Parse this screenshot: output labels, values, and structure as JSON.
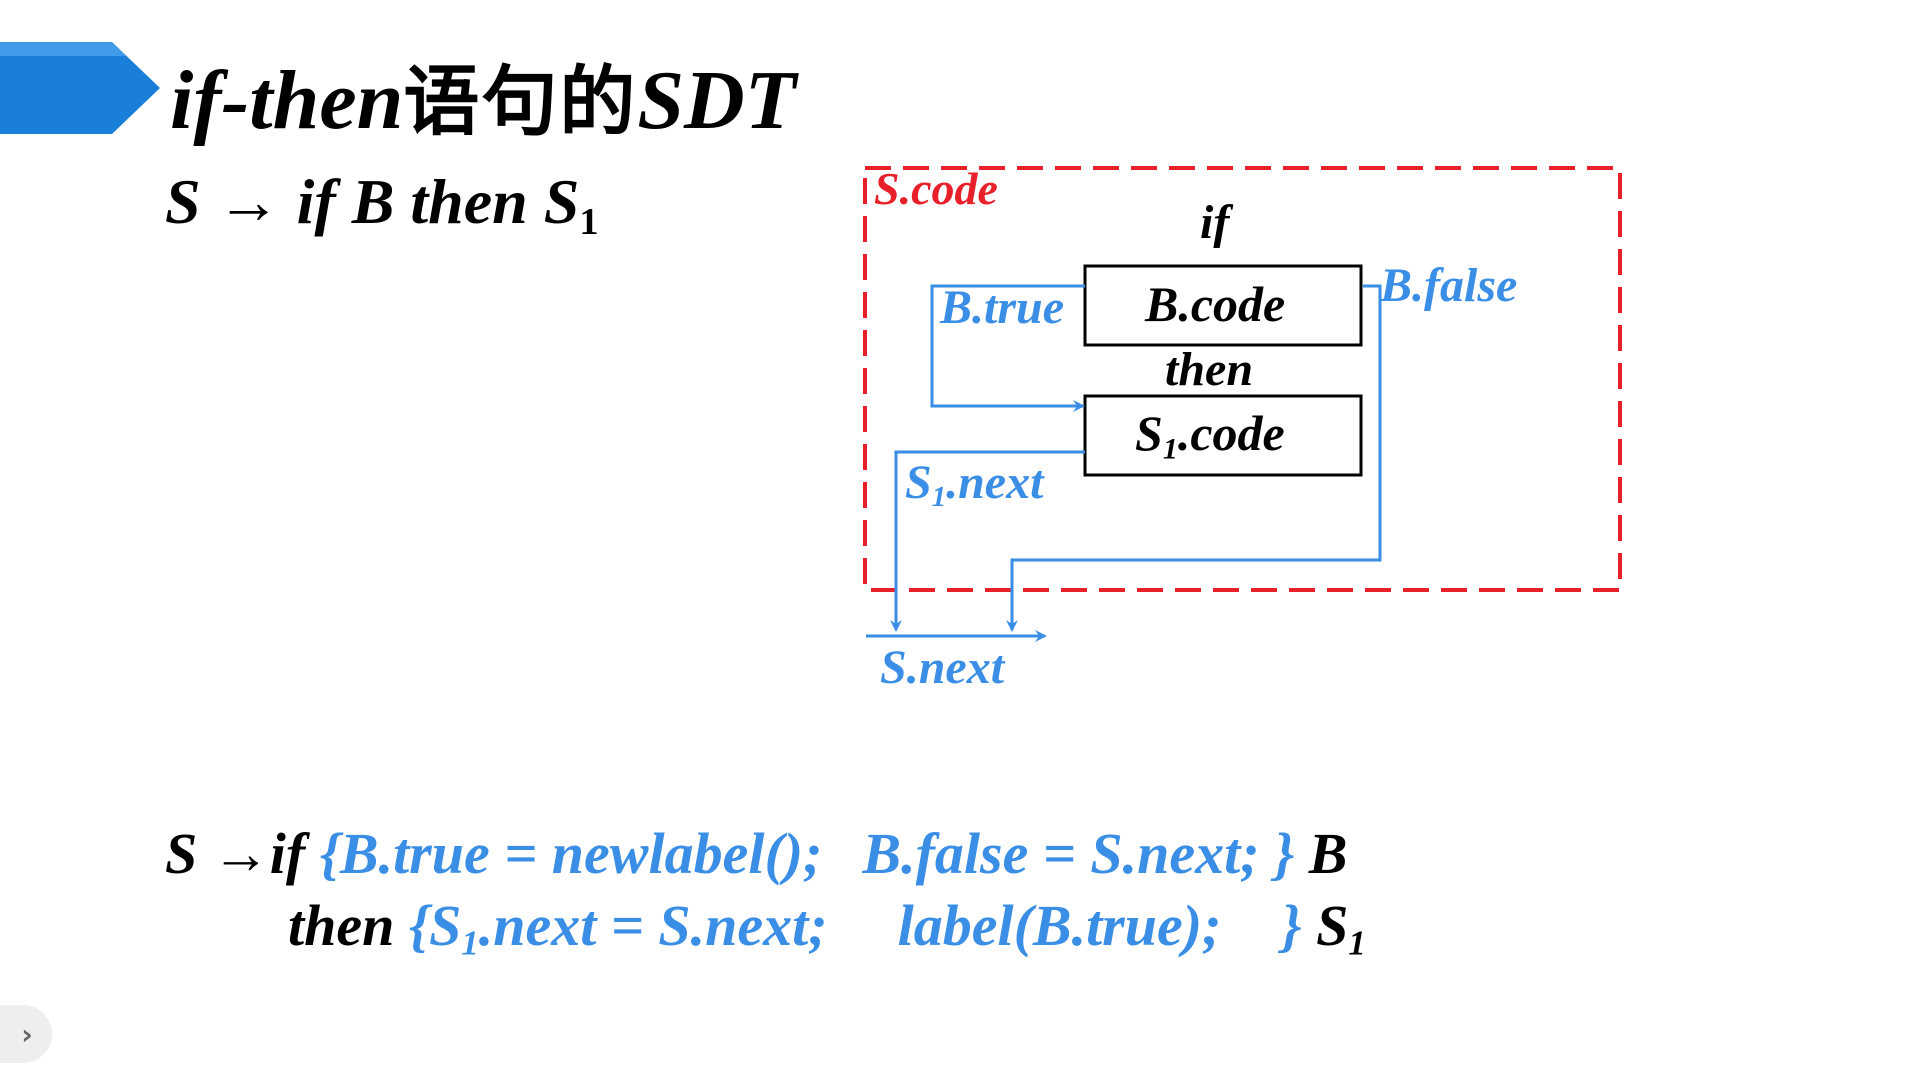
{
  "slide": {
    "title": {
      "part1": "if-then",
      "part2": "语句的",
      "part3": "SDT"
    },
    "production": {
      "lhs": "S",
      "arrow": "→",
      "body": "if B then S",
      "sub": "1"
    },
    "diagram": {
      "scode": "S.code",
      "if_kw": "if",
      "then_kw": "then",
      "bcode": "B.code",
      "s1code_main": "S",
      "s1code_sub": "1",
      "s1code_rest": ".code",
      "btrue": "B.true",
      "bfalse": "B.false",
      "s1next_main": "S",
      "s1next_sub": "1",
      "s1next_rest": ".next",
      "snext": "S.next"
    },
    "rule1": {
      "lhs": "S →if",
      "action1": "{B.true = newlabel();",
      "action2": "B.false = S.next; }",
      "tail": "B"
    },
    "rule2": {
      "kw": "then",
      "action1_open": "{S",
      "action1_sub": "1",
      "action1_rest": ".next = S.next;",
      "action2": "label(B.true);",
      "close": "}",
      "tail_main": "S",
      "tail_sub": "1"
    },
    "nav_icon": "chevron-right-icon",
    "colors": {
      "accent_blue": "#3a8ee6",
      "header_blue": "#1a7fd8",
      "dashed_red": "#e8202a"
    }
  }
}
